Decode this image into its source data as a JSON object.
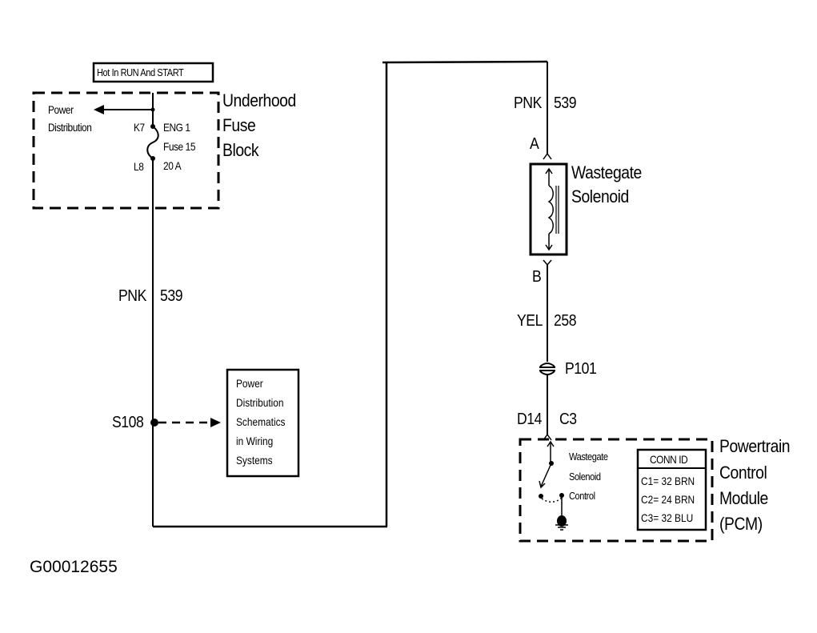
{
  "diagram_id": "G00012655",
  "power_source": {
    "label": "Hot In RUN And START"
  },
  "fuse_block": {
    "name_lines": [
      "Underhood",
      "Fuse",
      "Block"
    ],
    "power_distribution_lines": [
      "Power",
      "Distribution"
    ],
    "terminal_in": "K7",
    "terminal_out": "L8",
    "fuse_lines": [
      "ENG 1",
      "Fuse 15",
      "20 A"
    ]
  },
  "wires": {
    "left": {
      "color": "PNK",
      "circuit": "539"
    },
    "right_top": {
      "color": "PNK",
      "circuit": "539"
    },
    "right_mid": {
      "color": "YEL",
      "circuit": "258"
    }
  },
  "splice": {
    "id": "S108",
    "reference_lines": [
      "Power",
      "Distribution",
      "Schematics",
      "in Wiring",
      "Systems"
    ]
  },
  "solenoid": {
    "name_lines": [
      "Wastegate",
      "Solenoid"
    ],
    "pin_a": "A",
    "pin_b": "B"
  },
  "inline_connector": {
    "id": "P101"
  },
  "pcm_connector": {
    "pin": "D14",
    "connector": "C3"
  },
  "pcm": {
    "name_lines": [
      "Powertrain",
      "Control",
      "Module",
      "(PCM)"
    ],
    "control_lines": [
      "Wastegate",
      "Solenoid",
      "Control"
    ],
    "conn_id_header": "CONN ID",
    "conn_ids": [
      "C1= 32 BRN",
      "C2= 24 BRN",
      "C3= 32 BLU"
    ]
  }
}
